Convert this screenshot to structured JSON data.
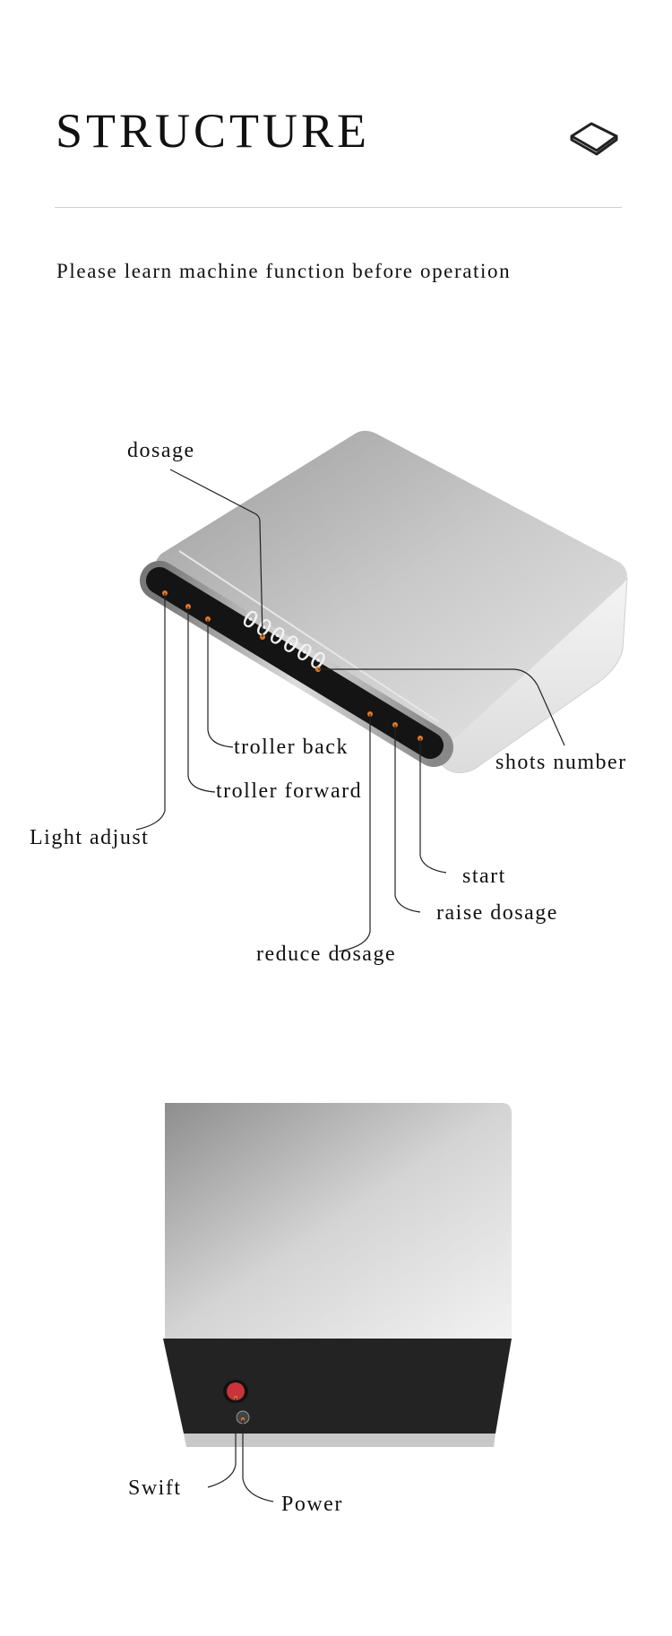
{
  "header": {
    "title": "STRUCTURE",
    "subtitle": "Please learn machine function before operation"
  },
  "front_view": {
    "display": "000000",
    "labels": {
      "dosage": "dosage",
      "troller_back": "troller back",
      "shots_number": "shots number",
      "troller_forward": "troller forward",
      "light_adjust": "Light adjust",
      "start": "start",
      "raise_dosage": "raise dosage",
      "reduce_dosage": "reduce dosage"
    }
  },
  "back_view": {
    "labels": {
      "swift": "Swift",
      "power": "Power"
    }
  },
  "colors": {
    "callout_dot": "#e0782a",
    "panel": "#111111",
    "swift_button": "#c8343a"
  }
}
